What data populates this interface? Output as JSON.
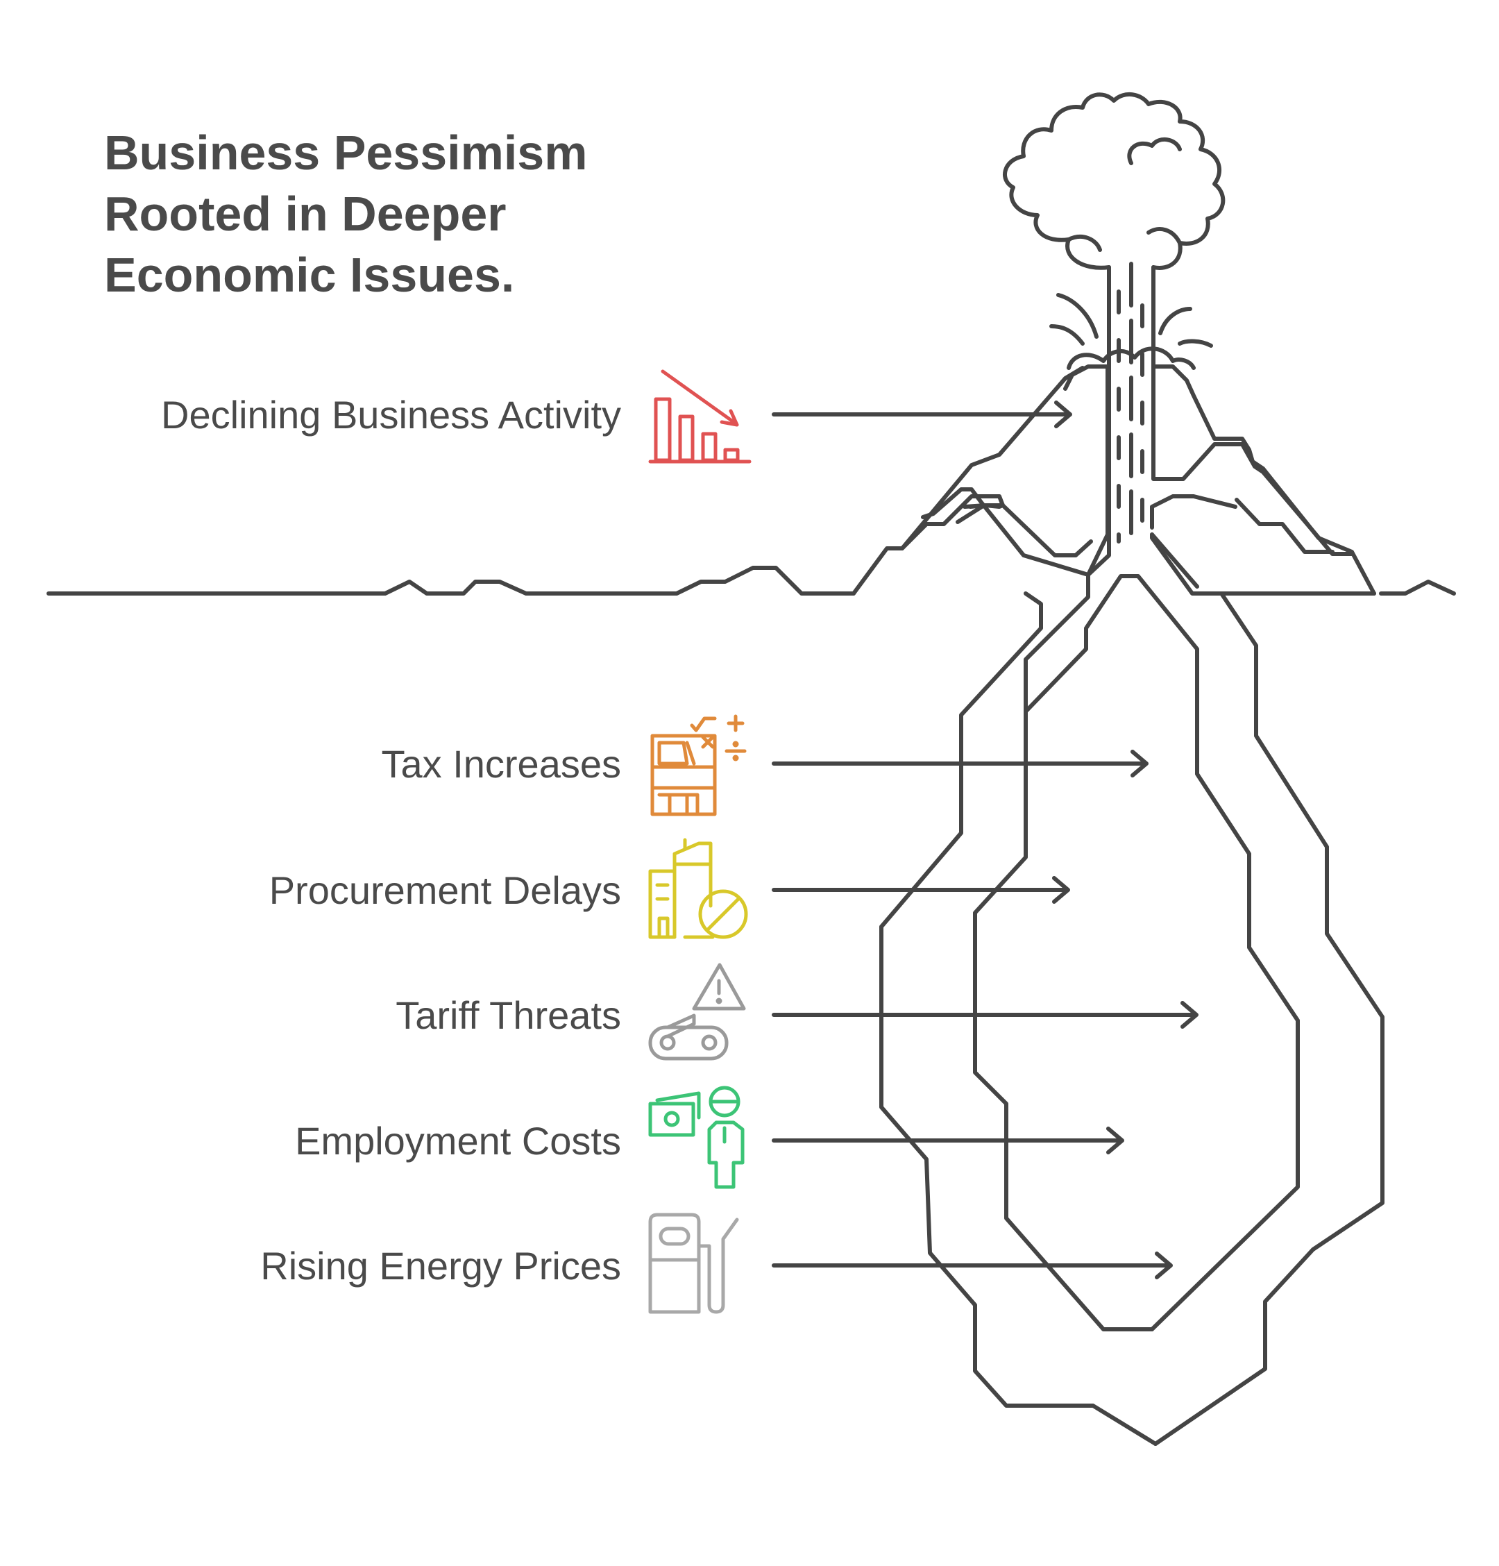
{
  "title": "Business Pessimism Rooted in Deeper Economic Issues.",
  "items": [
    {
      "label": "Declining Business Activity",
      "icon": "declining-chart-icon",
      "color": "#e05252"
    },
    {
      "label": "Tax Increases",
      "icon": "tax-calculator-icon",
      "color": "#e08a3a"
    },
    {
      "label": "Procurement Delays",
      "icon": "blocked-building-icon",
      "color": "#d8c82a"
    },
    {
      "label": "Tariff Threats",
      "icon": "warning-conveyor-icon",
      "color": "#9a9a9a"
    },
    {
      "label": "Employment Costs",
      "icon": "worker-money-icon",
      "color": "#3cc476"
    },
    {
      "label": "Rising Energy Prices",
      "icon": "fuel-pump-icon",
      "color": "#a8a8a8"
    }
  ],
  "colors": {
    "ink": "#444444",
    "text": "#4a4a4a"
  }
}
